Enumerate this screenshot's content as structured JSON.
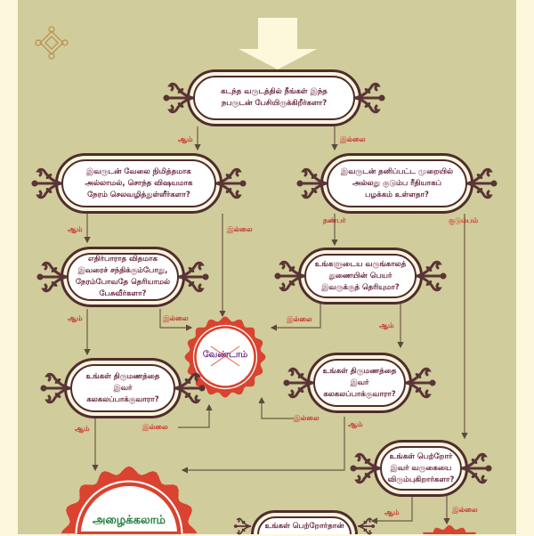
{
  "colors": {
    "background": "#d1cc9b",
    "frame": "#fdf7dd",
    "node_border": "#4e2d2d",
    "node_text": "#6a2740",
    "label": "#c9302a",
    "seal": "#d9432f",
    "go_text": "#1f7a3a",
    "stop_text": "#6a2a8a"
  },
  "icons": {
    "top": "down-arrow-icon",
    "corner": "endless-knot-icon",
    "ornament": "flourish-icon"
  },
  "nodes": [
    {
      "id": "q1",
      "text": "கடந்த வருடத்தில் நீங்கள் இந்த நபருடன் பேசியிருக்கிறீர்களா?"
    },
    {
      "id": "q2",
      "text": "இவருடன் வேலை நிமித்தமாக அல்லாமல், சொந்த விஷயமாக நேரம் செலவழித்துள்ளீர்களா?"
    },
    {
      "id": "q3",
      "text": "இவருடன் தனிப்பட்ட முறையில் அல்லது குடும்ப ரீதியாகப் பழக்கம் உள்ளதா?"
    },
    {
      "id": "q4",
      "text": "எதிர்பாராத விதமாக இவரைச் சந்திக்கும்போது, நேரம்போவதே தெரியாமல் பேசுவீர்களா?"
    },
    {
      "id": "q5",
      "text": "உங்களுடைய வருங்காலத் துணையின் பெயர் இவருக்குத் தெரியுமா?"
    },
    {
      "id": "q6",
      "text": "உங்கள் திருமணத்தை இவர் கலகலப்பாக்குவாரா?"
    },
    {
      "id": "q7",
      "text": "உங்கள் திருமணத்தை இவர் கலகலப்பாக்குவாரா?"
    },
    {
      "id": "q8",
      "text": "உங்கள் பெற்றோர் இவர் வருகையை விரும்புகிறார்களா?"
    },
    {
      "id": "q9",
      "text": "உங்கள் பெற்றோர்தான்"
    }
  ],
  "labels": {
    "yes": "ஆம்",
    "no": "இல்லை",
    "friend": "நண்பர்",
    "family": "குடும்பம்"
  },
  "outcomes": {
    "dont_invite": "வேண்டாம்",
    "invite": "அழைக்கலாம்"
  }
}
